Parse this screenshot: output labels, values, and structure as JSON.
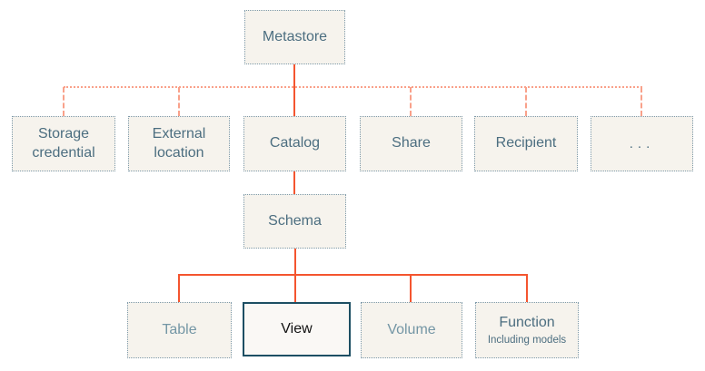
{
  "diagram": {
    "description": "Hierarchical object-model diagram with a highlighted View node",
    "colors": {
      "node_background": "#f6f3ed",
      "node_border": "#7e9aaa",
      "node_text": "#4c6e80",
      "muted_node_text": "#7496a5",
      "highlight_border": "#1d4f63",
      "highlight_background": "#faf8f5",
      "highlight_text": "#111111",
      "solid_connector": "#f4552f",
      "dashed_connector": "#f9a18a"
    },
    "nodes": {
      "metastore": {
        "label": "Metastore"
      },
      "storage_credential": {
        "label": "Storage credential"
      },
      "external_location": {
        "label": "External location"
      },
      "catalog": {
        "label": "Catalog"
      },
      "share": {
        "label": "Share"
      },
      "recipient": {
        "label": "Recipient"
      },
      "more": {
        "label": "..."
      },
      "schema": {
        "label": "Schema"
      },
      "table": {
        "label": "Table"
      },
      "view": {
        "label": "View"
      },
      "volume": {
        "label": "Volume"
      },
      "function": {
        "label": "Function",
        "sublabel": "Including models"
      }
    }
  }
}
